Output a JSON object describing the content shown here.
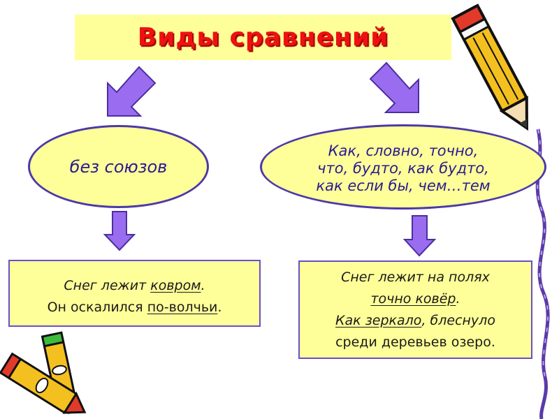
{
  "title": "Виды сравнений",
  "left_node": {
    "label": "без союзов"
  },
  "right_node": {
    "lines": [
      "Как, словно, точно,",
      "что, будто, как будто,",
      "как если бы, чем…тем"
    ]
  },
  "left_example": {
    "line1": {
      "plain": "Снег лежит ",
      "underlined": "ковром",
      "tail": "."
    },
    "line2": {
      "plain": "Он оскалился ",
      "underlined": "по-волчьи",
      "tail": "."
    }
  },
  "right_example": {
    "line1": "Снег лежит на полях",
    "line2": {
      "underlined": "точно ковёр",
      "tail": "."
    },
    "line3": {
      "underlined": "Как зеркало",
      "tail": ", блеснуло"
    },
    "line4": "среди деревьев озеро."
  },
  "colors": {
    "box_fill": "#ffff99",
    "arrow_fill": "#9a6cf0",
    "arrow_stroke": "#4c2fa0",
    "title_red": "#ee1111"
  },
  "icons": [
    "pencil-icon",
    "crayons-icon",
    "ribbon-decoration"
  ]
}
